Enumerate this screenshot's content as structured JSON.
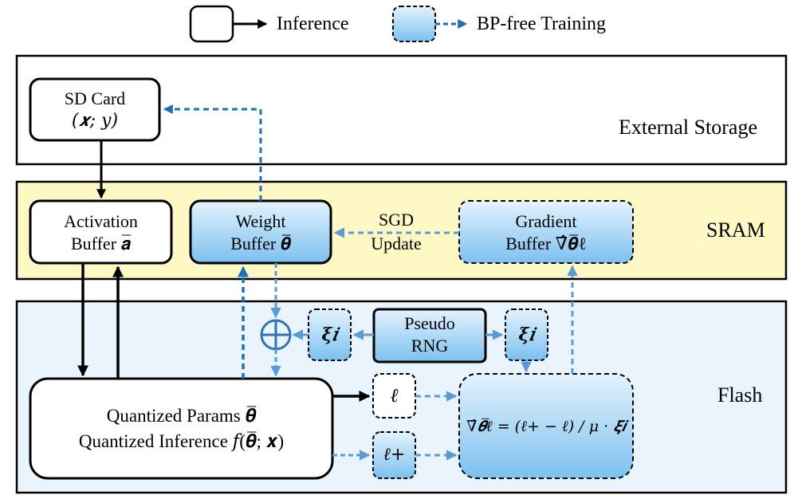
{
  "legend": {
    "inference": "Inference",
    "bp_free_training": "BP-free Training"
  },
  "regions": {
    "external_storage": "External Storage",
    "sram": "SRAM",
    "flash": "Flash"
  },
  "boxes": {
    "sd_card": {
      "line1": "SD Card",
      "line2": "(𝒙; 𝑦)"
    },
    "activation_buffer": {
      "line1": "Activation",
      "line2": "Buffer 𝒂̅"
    },
    "weight_buffer": {
      "line1": "Weight",
      "line2": "Buffer 𝜽̅"
    },
    "gradient_buffer": {
      "line1": "Gradient",
      "line2": "Buffer ∇̂𝜽̅ℓ"
    },
    "pseudo_rng": {
      "line1": "Pseudo",
      "line2": "RNG"
    },
    "xi_left": "𝝃𝑖",
    "xi_right": "𝝃𝑖",
    "loss": "ℓ",
    "loss_plus": "ℓ+",
    "quantized": {
      "line1": "Quantized Params 𝜽̅",
      "line2": "Quantized Inference 𝑓(𝜽̅; 𝒙)"
    },
    "gradient_formula": "∇̂𝜽̅ℓ = (ℓ+ − ℓ) / 𝜇 · 𝝃𝒊"
  },
  "labels": {
    "sgd_update_line1": "SGD",
    "sgd_update_line2": "Update"
  },
  "colors": {
    "sram_fill": "#fdf8c4",
    "flash_fill": "#e9f4fc",
    "training_fill_top": "#dff0fc",
    "training_fill_bottom": "#7fc3f2",
    "solid_arrow": "#000000",
    "dashed_arrow_strong": "#1f6fb5",
    "dashed_arrow_light": "#5b9bd5",
    "plus_node": "#2e75b6"
  }
}
